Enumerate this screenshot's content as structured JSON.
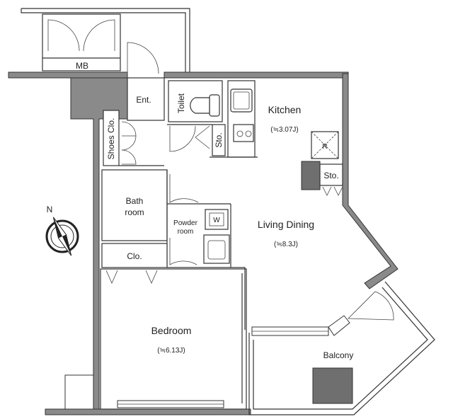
{
  "rooms": {
    "mb": "MB",
    "entrance": "Ent.",
    "shoes_closet": "Shoes Clo.",
    "toilet": "Toilet",
    "storage_kitchen": "Sto.",
    "kitchen": "Kitchen",
    "kitchen_area": "(≒3.07J)",
    "refrigerator": "R",
    "storage_living": "Sto.",
    "bath_line1": "Bath",
    "bath_line2": "room",
    "powder_line1": "Powder",
    "powder_line2": "room",
    "washer": "W",
    "living_dining": "Living Dining",
    "living_area": "(≒8.3J)",
    "closet": "Clo.",
    "bedroom": "Bedroom",
    "bedroom_area": "(≒6.13J)",
    "balcony": "Balcony"
  },
  "compass": {
    "north": "N"
  }
}
